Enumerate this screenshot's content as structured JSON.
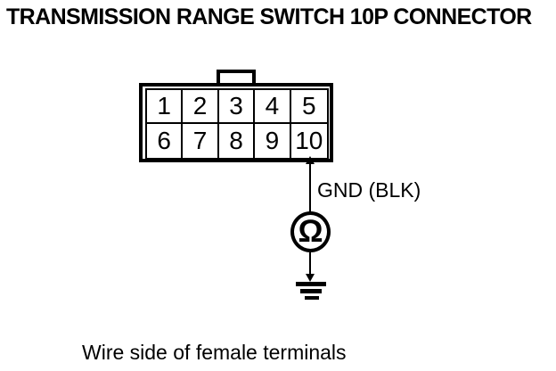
{
  "title": "TRANSMISSION RANGE SWITCH 10P CONNECTOR",
  "connector": {
    "pins": [
      "1",
      "2",
      "3",
      "4",
      "5",
      "6",
      "7",
      "8",
      "9",
      "10"
    ],
    "probed_pin": "10"
  },
  "wire_label": "GND (BLK)",
  "meter": {
    "symbol": "Ω",
    "icon": "ohmmeter-icon"
  },
  "ground_icon": "ground-icon",
  "caption": "Wire side of female terminals",
  "colors": {
    "foreground": "#000000",
    "background": "#ffffff"
  }
}
